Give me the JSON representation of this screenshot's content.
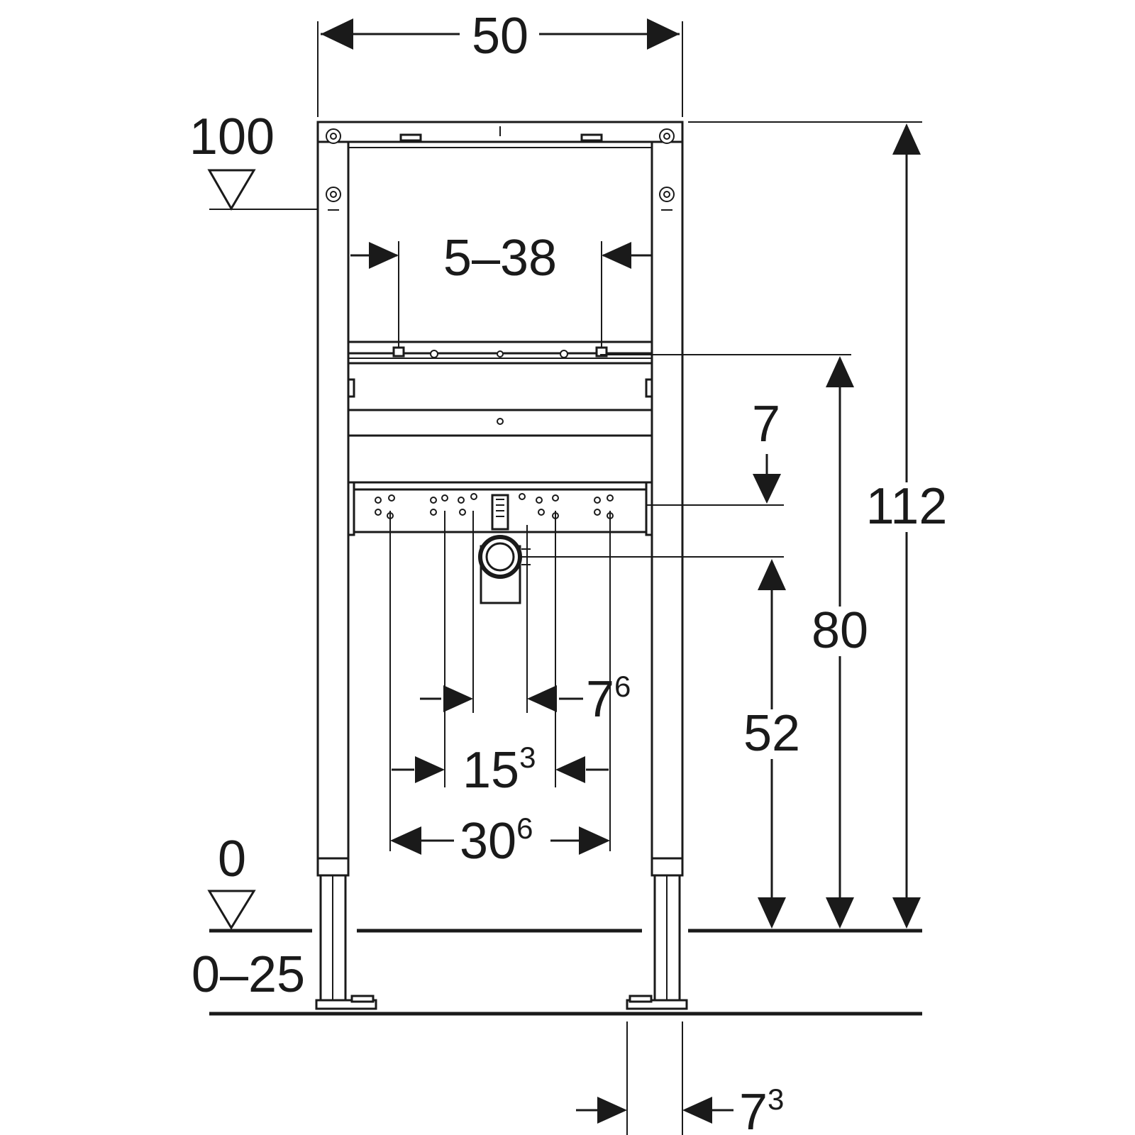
{
  "dimensions": {
    "frame_width": "50",
    "level_top": "100",
    "level_floor": "0",
    "floor_adjust": "0–25",
    "bracket_range": "5–38",
    "offset_7": "7",
    "height_total": "112",
    "height_80": "80",
    "height_52": "52",
    "spacing_7_6": {
      "base": "7",
      "sup": "6"
    },
    "spacing_15_3": {
      "base": "15",
      "sup": "3"
    },
    "spacing_30_6": {
      "base": "30",
      "sup": "6"
    },
    "foot_7_3": {
      "base": "7",
      "sup": "3"
    }
  },
  "colors": {
    "line": "#1a1a1a",
    "background": "#ffffff"
  }
}
